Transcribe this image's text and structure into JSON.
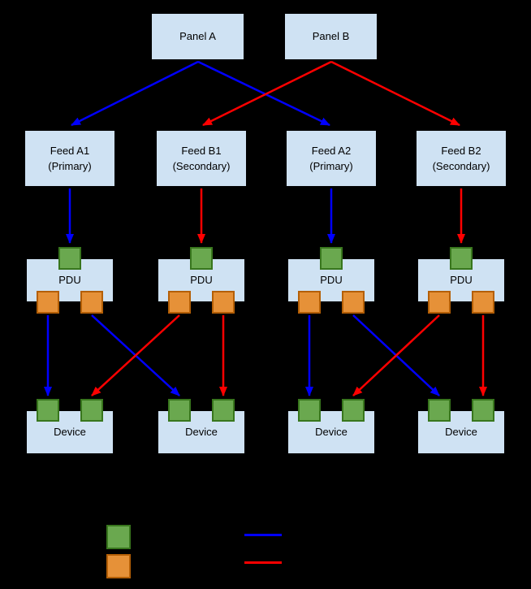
{
  "diagram": {
    "panels": [
      {
        "label": "Panel A"
      },
      {
        "label": "Panel B"
      }
    ],
    "feeds": [
      {
        "line1": "Feed A1",
        "line2": "(Primary)"
      },
      {
        "line1": "Feed B1",
        "line2": "(Secondary)"
      },
      {
        "line1": "Feed A2",
        "line2": "(Primary)"
      },
      {
        "line1": "Feed B2",
        "line2": "(Secondary)"
      }
    ],
    "pdus": [
      {
        "label": "PDU"
      },
      {
        "label": "PDU"
      },
      {
        "label": "PDU"
      },
      {
        "label": "PDU"
      }
    ],
    "devices": [
      {
        "label": "Device"
      },
      {
        "label": "Device"
      },
      {
        "label": "Device"
      },
      {
        "label": "Device"
      }
    ],
    "colors": {
      "background": "#000000",
      "node_fill": "#cfe2f3",
      "label_text": "#000000",
      "input_port_fill": "#6aa84f",
      "input_port_border": "#38761d",
      "output_port_fill": "#e69138",
      "output_port_border": "#b45f06",
      "primary_path": "#0000ff",
      "secondary_path": "#ff0000"
    },
    "legend": {
      "swatches": [
        {
          "name": "green-input-port-swatch",
          "color": "#6aa84f"
        },
        {
          "name": "orange-output-port-swatch",
          "color": "#e69138"
        }
      ],
      "lines": [
        {
          "name": "primary-path-line-swatch",
          "color": "#0000ff"
        },
        {
          "name": "secondary-path-line-swatch",
          "color": "#ff0000"
        }
      ]
    }
  }
}
